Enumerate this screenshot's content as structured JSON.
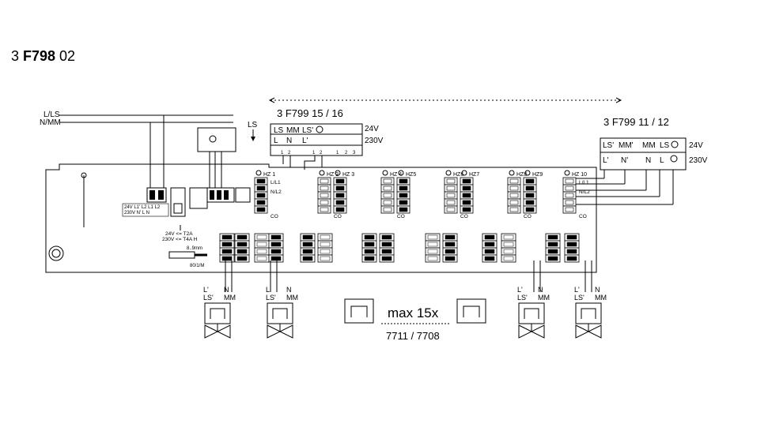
{
  "title": {
    "prefix": "3 ",
    "code": "F798",
    "suffix": " 02"
  },
  "wires": {
    "l_ls": "L/LS",
    "n_mm": "N/MM",
    "ls_arrow": "LS"
  },
  "module_left": {
    "label": "3 F799 15 / 16",
    "row1": [
      "LS",
      "MM",
      "LS'"
    ],
    "row2": [
      "L",
      "N",
      "L'"
    ],
    "v24": "24V",
    "v230": "230V",
    "pins": [
      "1",
      "2",
      "1",
      "2",
      "1",
      "2",
      "3"
    ]
  },
  "module_right": {
    "label": "3 F799 11 / 12",
    "row1": [
      "LS'",
      "MM'",
      "MM",
      "LS"
    ],
    "row2": [
      "L'",
      "N'",
      "N",
      "L"
    ],
    "v24": "24V",
    "v230": "230V"
  },
  "zones": [
    "HZ 1",
    "HZ 2",
    "HZ 3",
    "HZ 4",
    "HZ5",
    "HZ6",
    "HZ7",
    "HZ8",
    "HZ9",
    "HZ 10"
  ],
  "terminal_labels": [
    "L/L1",
    "N/L2",
    "CO"
  ],
  "power_table": {
    "r1": "24V L1' L2  L1 L2",
    "r2": "230V  N'  L  N"
  },
  "fuse_text": {
    "l1": "24V <= T2A",
    "l2": "230V <= T4A H"
  },
  "strip": {
    "l1": "8..9mm",
    "l2": "80/1/M"
  },
  "actuator_labels": {
    "l": "L'",
    "ls": "LS'",
    "n": "N",
    "mm": "MM"
  },
  "max_label": "max 15x",
  "thermostat_models": "7711 / 7708"
}
